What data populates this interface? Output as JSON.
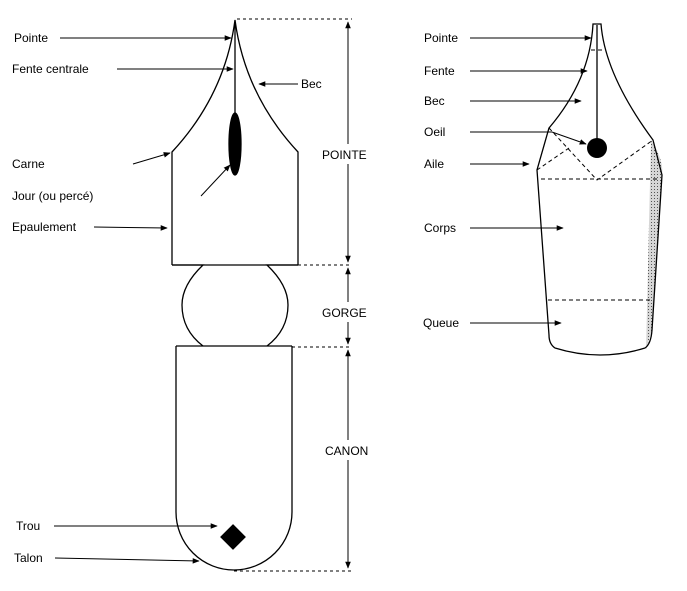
{
  "left_nib": {
    "labels": {
      "pointe": "Pointe",
      "fente_centrale": "Fente centrale",
      "bec": "Bec",
      "carne": "Carne",
      "jour": "Jour (ou percé)",
      "epaulement": "Epaulement",
      "trou": "Trou",
      "talon": "Talon"
    },
    "sections": {
      "pointe": "POINTE",
      "gorge": "GORGE",
      "canon": "CANON"
    }
  },
  "right_nib": {
    "labels": {
      "pointe": "Pointe",
      "fente": "Fente",
      "bec": "Bec",
      "oeil": "Oeil",
      "aile": "Aile",
      "corps": "Corps",
      "queue": "Queue"
    }
  }
}
